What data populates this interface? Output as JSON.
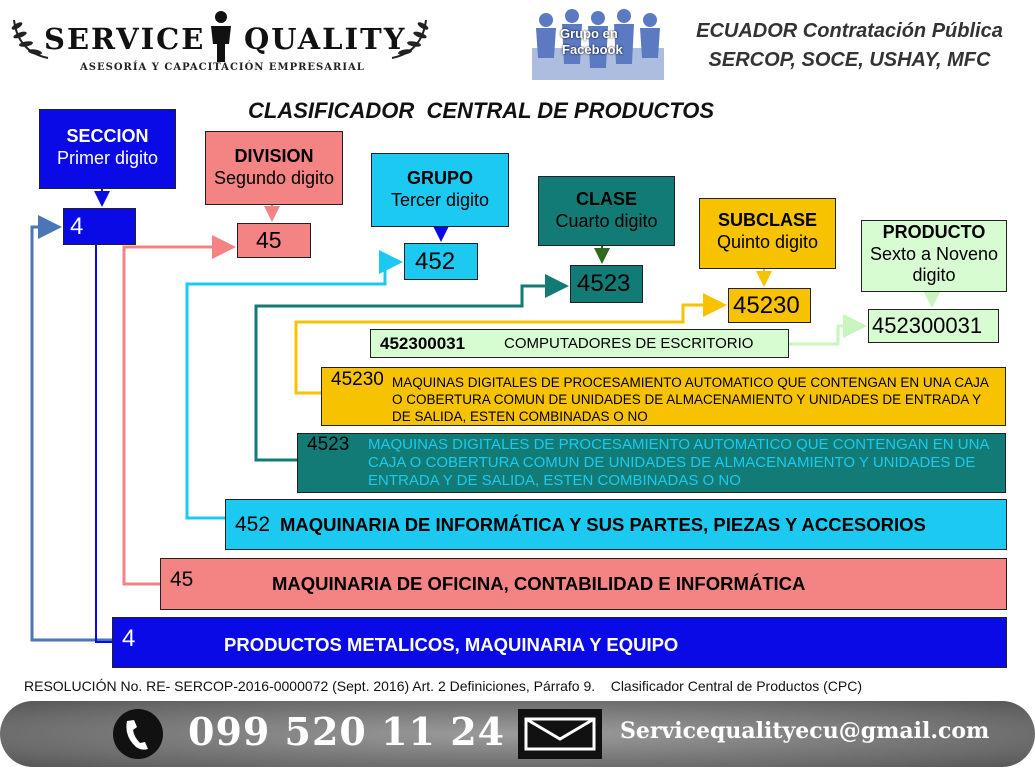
{
  "header": {
    "logo_left": "SERVICE",
    "logo_right": "QUALITY",
    "logo_sub": "ASESORÍA Y CAPACITACIÓN EMPRESARIAL",
    "fb_line1": "Grupo en",
    "fb_line2": "Facebook",
    "title_line1": "ECUADOR Contratación Pública",
    "title_line2": "SERCOP, SOCE, USHAY, MFC"
  },
  "diagram": {
    "title": "CLASIFICADOR  CENTRAL DE PRODUCTOS",
    "levels": [
      {
        "id": "seccion",
        "name": "SECCION",
        "desc": "Primer digito",
        "code": "4",
        "color": "#0a0ae6",
        "text_color": "#ffffff"
      },
      {
        "id": "division",
        "name": "DIVISION",
        "desc": "Segundo digito",
        "code": "45",
        "color": "#f48383",
        "text_color": "#000000"
      },
      {
        "id": "grupo",
        "name": "GRUPO",
        "desc": "Tercer digito",
        "code": "452",
        "color": "#1cc9f0",
        "text_color": "#000000"
      },
      {
        "id": "clase",
        "name": "CLASE",
        "desc": "Cuarto digito",
        "code": "4523",
        "color": "#137b75",
        "text_color": "#000000"
      },
      {
        "id": "subclase",
        "name": "SUBCLASE",
        "desc": "Quinto digito",
        "code": "45230",
        "color": "#f7c200",
        "text_color": "#000000"
      },
      {
        "id": "producto",
        "name": "PRODUCTO",
        "desc": "Sexto a Noveno digito",
        "code": "452300031",
        "color": "#d8fcd2",
        "text_color": "#000000"
      }
    ],
    "product_row": {
      "code": "452300031",
      "label": "COMPUTADORES DE ESCRITORIO"
    },
    "bars": [
      {
        "id": "subclase",
        "code": "45230",
        "label": "MAQUINAS DIGITALES DE PROCESAMIENTO AUTOMATICO QUE CONTENGAN EN UNA CAJA O COBERTURA COMUN DE UNIDADES DE ALMACENAMIENTO Y UNIDADES DE ENTRADA Y DE SALIDA, ESTEN COMBINADAS O NO"
      },
      {
        "id": "clase",
        "code": "4523",
        "label": "MAQUINAS DIGITALES DE PROCESAMIENTO AUTOMATICO QUE CONTENGAN EN UNA CAJA O COBERTURA COMUN DE UNIDADES DE ALMACENAMIENTO Y UNIDADES DE ENTRADA Y DE SALIDA, ESTEN COMBINADAS O NO"
      },
      {
        "id": "grupo",
        "code": "452",
        "label": "MAQUINARIA DE INFORMÁTICA Y SUS PARTES, PIEZAS Y ACCESORIOS"
      },
      {
        "id": "division",
        "code": "45",
        "label": "MAQUINARIA DE OFICINA, CONTABILIDAD E INFORMÁTICA"
      },
      {
        "id": "seccion",
        "code": "4",
        "label": "PRODUCTOS METALICOS, MAQUINARIA Y EQUIPO"
      }
    ]
  },
  "footer": {
    "resolution": "RESOLUCIÓN No. RE- SERCOP-2016-0000072 (Sept. 2016) Art. 2 Definiciones, Párrafo 9.    Clasificador Central de Productos (CPC)",
    "phone": "099 520 11 24",
    "email": "Servicequalityecu@gmail.com"
  },
  "icons": [
    "laurel-icon",
    "person-icon",
    "people-icon",
    "phone-icon",
    "envelope-icon"
  ]
}
